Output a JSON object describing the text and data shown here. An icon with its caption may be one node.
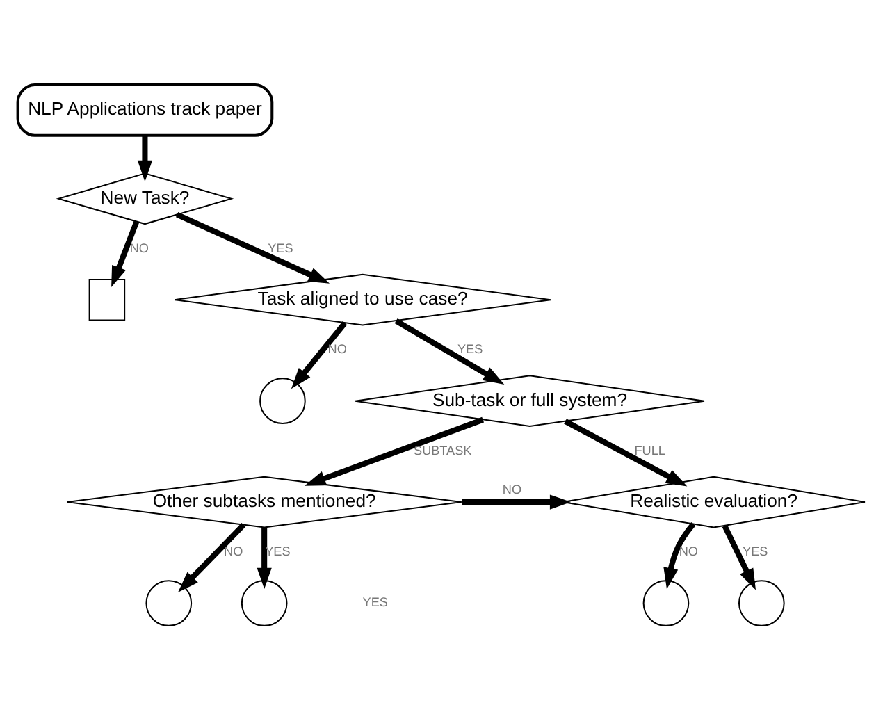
{
  "diagram": {
    "nodes": [
      {
        "text": [
          "NLP Applications track paper"
        ]
      },
      {
        "text": [
          "New Task?"
        ]
      },
      {
        "text": [],
        "shape": "bin"
      },
      {
        "text": [
          "Task aligned to use case?"
        ]
      },
      {
        "text": [],
        "shape": "circle"
      },
      {
        "text": [
          "Sub-task or full system?"
        ]
      },
      {
        "text": [
          "Other subtasks mentioned?"
        ]
      },
      {
        "text": [
          "Realistic evaluation?"
        ]
      },
      {
        "text": [],
        "shape": "circle"
      },
      {
        "text": [],
        "shape": "circle"
      },
      {
        "text": [],
        "shape": "circle"
      },
      {
        "text": [],
        "shape": "circle"
      }
    ],
    "edges": [
      {
        "from": 0,
        "to": 1,
        "arrow": "to"
      },
      {
        "from": 1,
        "to": 2,
        "arrow": "to",
        "label": "NO"
      },
      {
        "from": 1,
        "to": 3,
        "arrow": "to",
        "label": "YES"
      },
      {
        "from": 3,
        "to": 4,
        "arrow": "to",
        "label": "NO"
      },
      {
        "from": 3,
        "to": 5,
        "arrow": "to",
        "label": "YES"
      },
      {
        "from": 5,
        "to": 6,
        "arrow": "to",
        "label": "SUBTASK"
      },
      {
        "from": 5,
        "to": 7,
        "arrow": "to",
        "label": "FULL"
      },
      {
        "from": 6,
        "to": 7,
        "arrow": "to",
        "label": "NO"
      },
      {
        "from": 6,
        "to": 8,
        "arrow": "to",
        "label": "NO"
      },
      {
        "from": 6,
        "to": 9,
        "arrow": "to",
        "label": "YES"
      },
      {
        "from": 7,
        "to": 10,
        "arrow": "to",
        "label": "NO"
      },
      {
        "from": 7,
        "to": 11,
        "arrow": "to",
        "label": "YES"
      }
    ],
    "labels": [
      "YES"
    ]
  }
}
